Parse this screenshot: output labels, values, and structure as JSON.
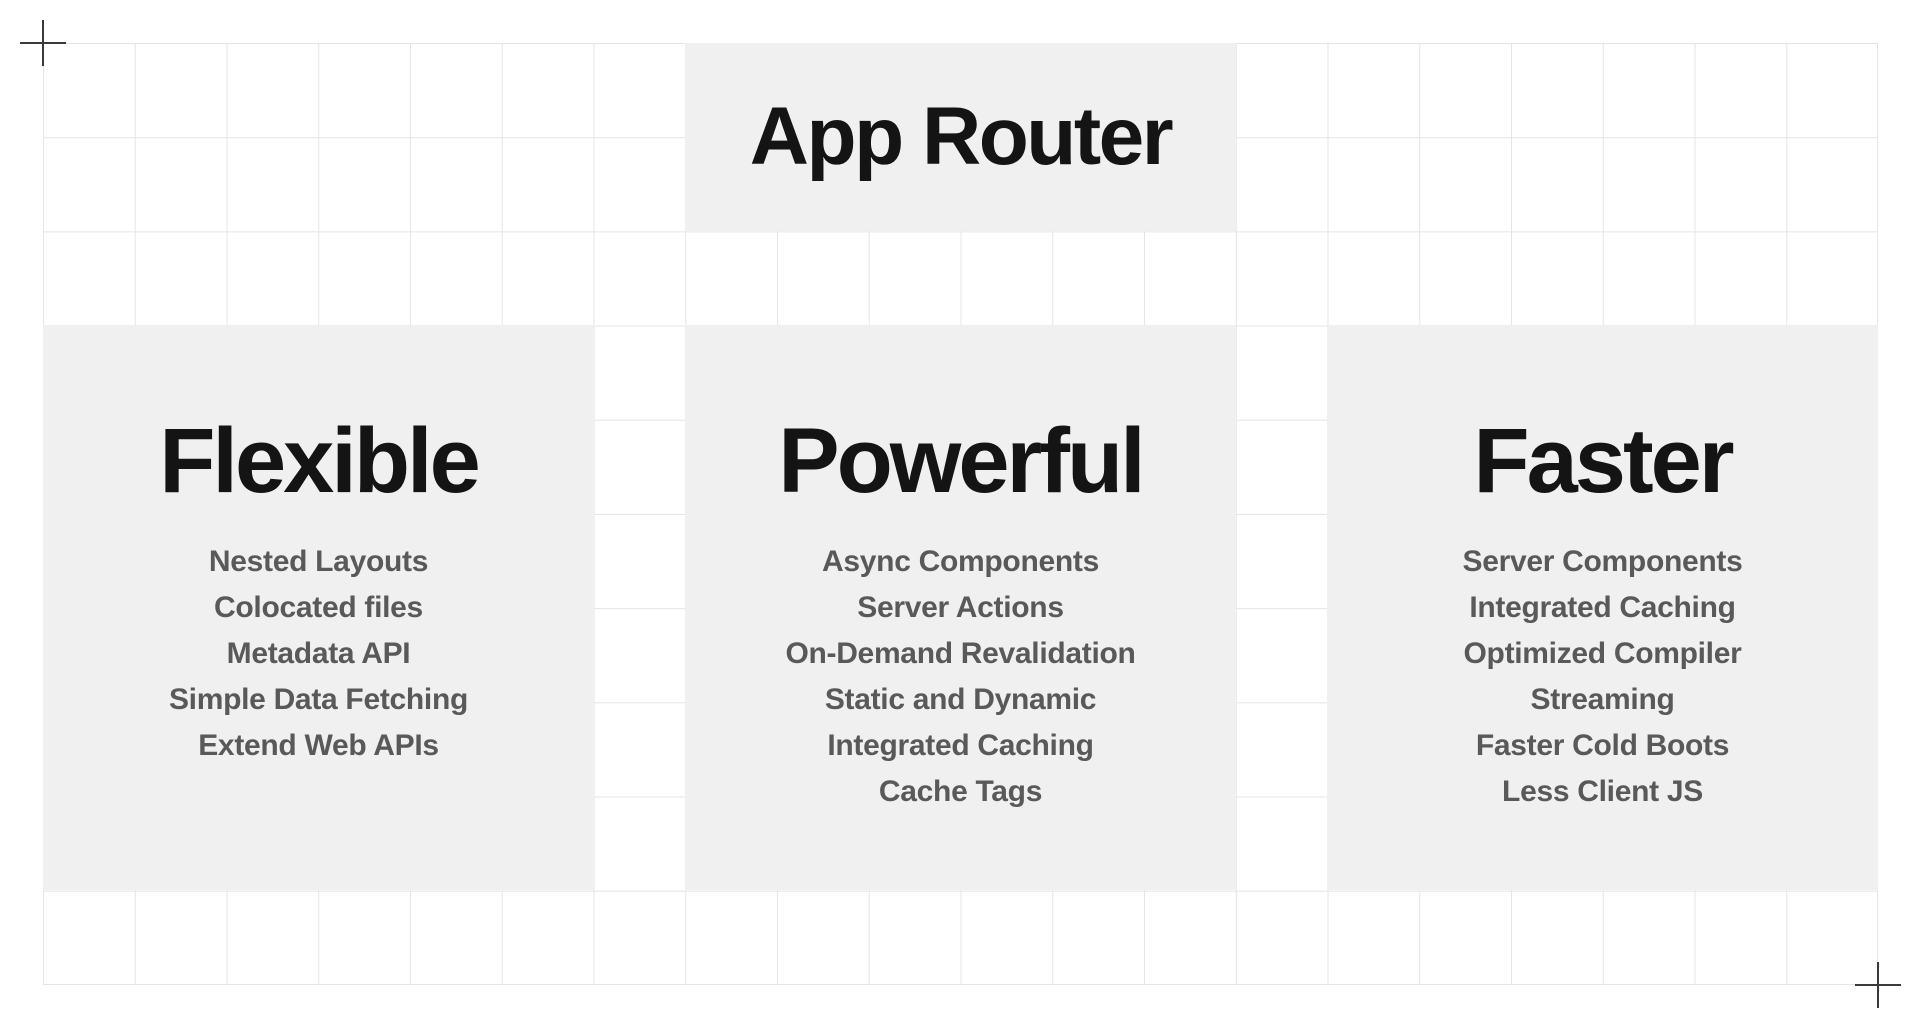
{
  "banner": {
    "title": "App Router"
  },
  "panels": [
    {
      "title": "Flexible",
      "items": [
        "Nested Layouts",
        "Colocated files",
        "Metadata API",
        "Simple Data Fetching",
        "Extend Web APIs"
      ]
    },
    {
      "title": "Powerful",
      "items": [
        "Async Components",
        "Server Actions",
        "On-Demand Revalidation",
        "Static and Dynamic",
        "Integrated Caching",
        "Cache Tags"
      ]
    },
    {
      "title": "Faster",
      "items": [
        "Server Components",
        "Integrated Caching",
        "Optimized Compiler",
        "Streaming",
        "Faster Cold Boots",
        "Less Client JS"
      ]
    }
  ],
  "grid": {
    "columns": 20,
    "rows": 10
  },
  "colors": {
    "background": "#ffffff",
    "panel_background": "#f0f0f0",
    "grid_line": "#e5e5e5",
    "heading_text": "#141414",
    "item_text": "#595959",
    "crop_mark": "#3a3a3a"
  }
}
